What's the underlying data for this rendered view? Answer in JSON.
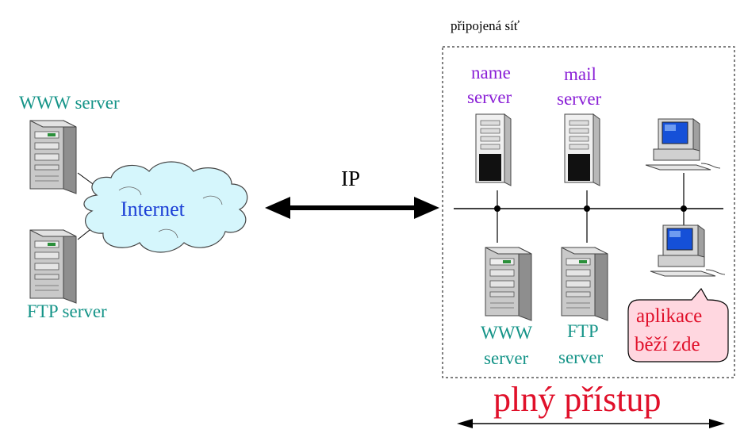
{
  "left": {
    "www_server_label": "WWW server",
    "ftp_server_label": "FTP server",
    "cloud_label": "Internet"
  },
  "link": {
    "protocol_label": "IP"
  },
  "network": {
    "title": "připojená síť",
    "name_server": [
      "name",
      "server"
    ],
    "mail_server": [
      "mail",
      "server"
    ],
    "www_server": [
      "WWW",
      "server"
    ],
    "ftp_server": [
      "FTP",
      "server"
    ],
    "callout": [
      "aplikace",
      "běží zde"
    ]
  },
  "bottom": {
    "access_label": "plný přístup"
  },
  "colors": {
    "server_label": "#159488",
    "infra_label": "#8a1fd6",
    "internet_text": "#1b3fd6",
    "highlight_red": "#e0102a",
    "callout_fill": "#ffd7e0",
    "cloud_fill": "#d5f6fc"
  },
  "icons": [
    "tower-server-icon",
    "desktop-computer-icon",
    "cloud-icon",
    "double-arrow-icon"
  ]
}
